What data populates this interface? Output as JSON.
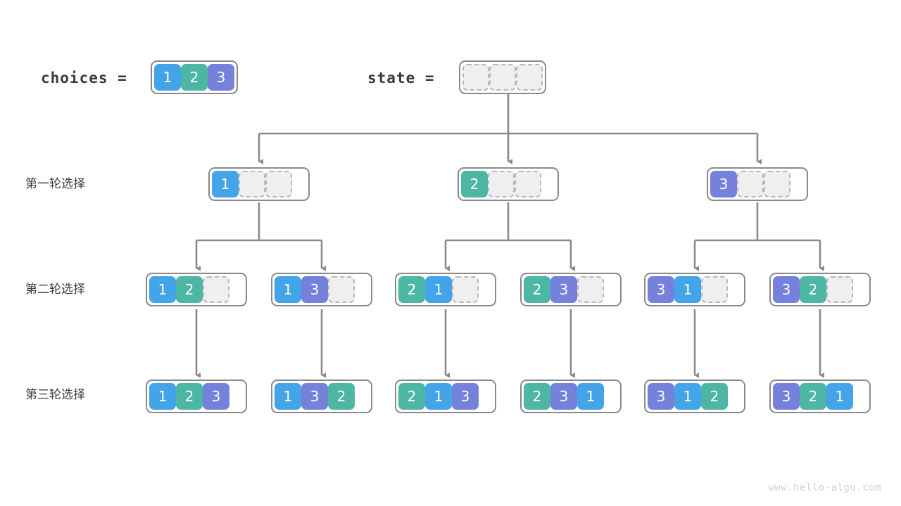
{
  "palette": {
    "blue": "#43a5e8",
    "green": "#4db6a4",
    "purple": "#7681dc",
    "empty_fill": "#efefef",
    "empty_border": "#b9b9b9",
    "frame_border": "#8a8a8a",
    "connector": "#8a8a8a",
    "text_dark": "#3a3a3a",
    "watermark": "#d2d2d2"
  },
  "header": {
    "choices_label": "choices =",
    "state_label": "state =",
    "choices_values": [
      "1",
      "2",
      "3"
    ],
    "state_values": [
      "",
      "",
      ""
    ]
  },
  "row_labels": {
    "round1": "第一轮选择",
    "round2": "第二轮选择",
    "round3": "第三轮选择"
  },
  "rows": {
    "round1": [
      {
        "values": [
          "1",
          "",
          ""
        ]
      },
      {
        "values": [
          "2",
          "",
          ""
        ]
      },
      {
        "values": [
          "3",
          "",
          ""
        ]
      }
    ],
    "round2": [
      {
        "values": [
          "1",
          "2",
          ""
        ]
      },
      {
        "values": [
          "1",
          "3",
          ""
        ]
      },
      {
        "values": [
          "2",
          "1",
          ""
        ]
      },
      {
        "values": [
          "2",
          "3",
          ""
        ]
      },
      {
        "values": [
          "3",
          "1",
          ""
        ]
      },
      {
        "values": [
          "3",
          "2",
          ""
        ]
      }
    ],
    "round3": [
      {
        "values": [
          "1",
          "2",
          "3"
        ]
      },
      {
        "values": [
          "1",
          "3",
          "2"
        ]
      },
      {
        "values": [
          "2",
          "1",
          "3"
        ]
      },
      {
        "values": [
          "2",
          "3",
          "1"
        ]
      },
      {
        "values": [
          "3",
          "1",
          "2"
        ]
      },
      {
        "values": [
          "3",
          "2",
          "1"
        ]
      }
    ]
  },
  "watermark": "www.hello-algo.com"
}
